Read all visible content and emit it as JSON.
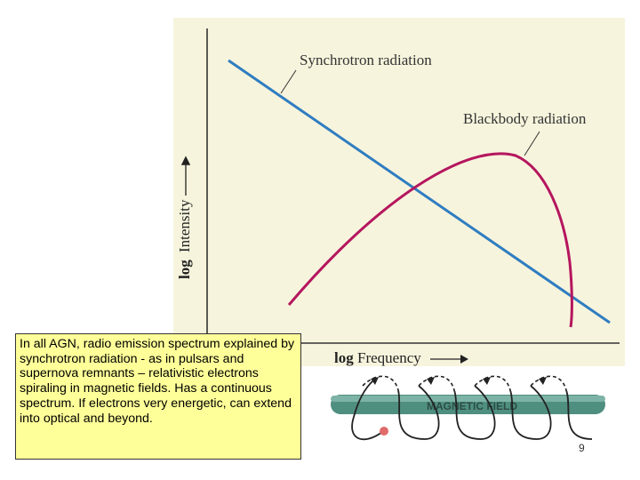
{
  "diagram": {
    "ylabel_prefix": "log",
    "ylabel": "Intensity",
    "xlabel_prefix": "log",
    "xlabel": "Frequency",
    "curve_labels": {
      "synchrotron": "Synchrotron radiation",
      "blackbody": "Blackbody radiation"
    },
    "field_label": "MAGNETIC FIELD",
    "colors": {
      "background": "#f7f4dd",
      "synchrotron": "#2f7dc1",
      "blackbody": "#b5165e",
      "field_bar": "#4f8f80",
      "electron": "#e06b6b"
    }
  },
  "note": {
    "text": "In all AGN, radio emission spectrum explained by synchrotron radiation - as in pulsars and supernova remnants – relativistic electrons spiraling in magnetic fields. Has a continuous spectrum. If electrons very energetic, can extend into optical and beyond."
  },
  "page_number": "9"
}
